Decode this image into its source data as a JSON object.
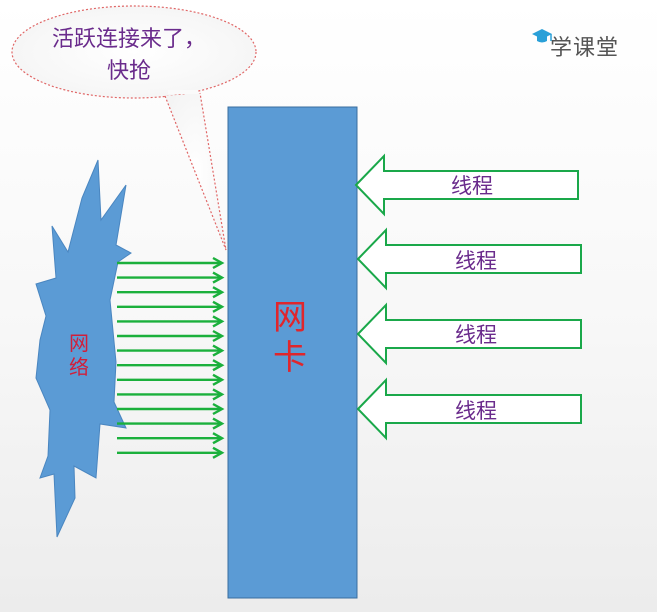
{
  "callout": {
    "text_line1": "活跃连接来了，",
    "text_line2": "快抢"
  },
  "network": {
    "label_line1": "网",
    "label_line2": "络"
  },
  "nic": {
    "label_line1": "网",
    "label_line2": "卡"
  },
  "threads": [
    {
      "label": "线程"
    },
    {
      "label": "线程"
    },
    {
      "label": "线程"
    },
    {
      "label": "线程"
    }
  ],
  "incoming_arrows": {
    "count": 14
  },
  "logo": {
    "text": "学课堂",
    "icon": "graduation-cap-icon"
  },
  "colors": {
    "nic_fill": "#5b9bd5",
    "nic_stroke": "#3a6e9e",
    "network_fill": "#5b9bd5",
    "arrow_green": "#1bb03c",
    "thread_arrow_stroke": "#1aa84a",
    "callout_stroke": "#e06666",
    "label_purple": "#6a2b8c",
    "label_red": "#e0262c"
  }
}
